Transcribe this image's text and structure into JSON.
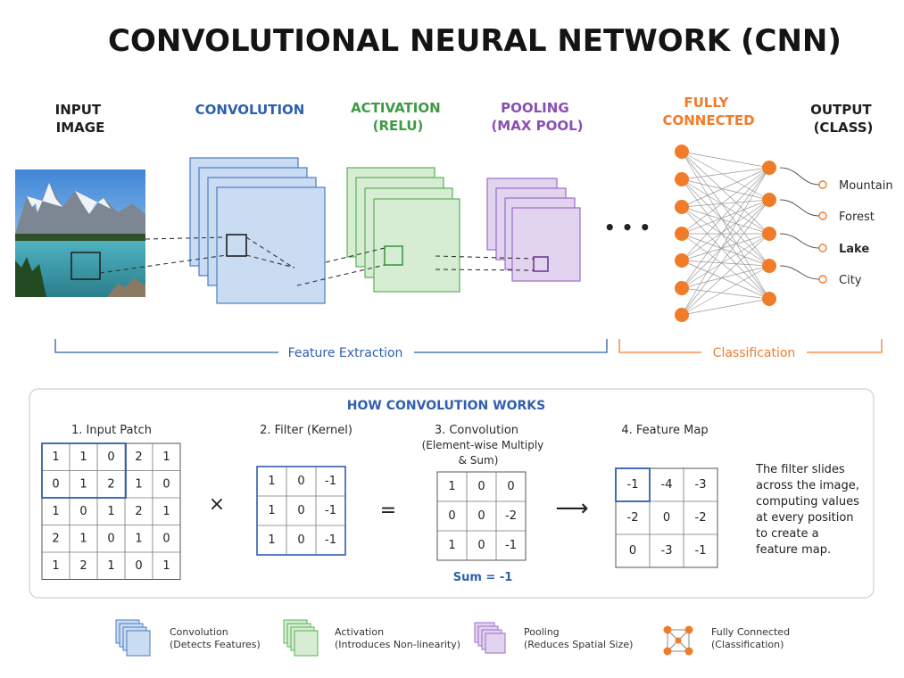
{
  "title": "CONVOLUTIONAL NEURAL NETWORK (CNN)",
  "stages": {
    "input": [
      "INPUT",
      "IMAGE"
    ],
    "convolution": [
      "CONVOLUTION"
    ],
    "activation": [
      "ACTIVATION",
      "(RELU)"
    ],
    "pooling": [
      "POOLING",
      "(MAX POOL)"
    ],
    "fully_connected": [
      "FULLY",
      "CONNECTED"
    ],
    "output": [
      "OUTPUT",
      "(CLASS)"
    ]
  },
  "ellipsis": "• • •",
  "output_classes": [
    "Mountain",
    "Forest",
    "Lake",
    "City"
  ],
  "highlighted_class": "Lake",
  "sections": {
    "feature_extraction": "Feature Extraction",
    "classification": "Classification"
  },
  "how_it_works": {
    "title": "HOW CONVOLUTION WORKS",
    "step1": "1. Input Patch",
    "step2": "2. Filter (Kernel)",
    "step3": [
      "3. Convolution",
      "(Element-wise Multiply",
      "& Sum)"
    ],
    "step4": "4. Feature Map",
    "input_patch": [
      [
        "1",
        "1",
        "0",
        "2",
        "1"
      ],
      [
        "0",
        "1",
        "2",
        "1",
        "0"
      ],
      [
        "1",
        "0",
        "1",
        "2",
        "1"
      ],
      [
        "2",
        "1",
        "0",
        "1",
        "0"
      ],
      [
        "1",
        "2",
        "1",
        "0",
        "1"
      ]
    ],
    "filter": [
      [
        "1",
        "0",
        "-1"
      ],
      [
        "1",
        "0",
        "-1"
      ],
      [
        "1",
        "0",
        "-1"
      ]
    ],
    "product": [
      [
        "1",
        "0",
        "0"
      ],
      [
        "0",
        "0",
        "-2"
      ],
      [
        "1",
        "0",
        "-1"
      ]
    ],
    "feature_map": [
      [
        "-1",
        "-4",
        "-3"
      ],
      [
        "-2",
        "0",
        "-2"
      ],
      [
        "0",
        "-3",
        "-1"
      ]
    ],
    "sum_label": "Sum = -1",
    "times": "×",
    "equals": "=",
    "arrow": "⟶",
    "description": [
      "The filter slides",
      "across the image,",
      "computing values",
      "at every position",
      "to create a",
      "feature map."
    ]
  },
  "legend": [
    {
      "title": "Convolution",
      "subtitle": "(Detects Features)",
      "icon": "convolution-stack-icon"
    },
    {
      "title": "Activation",
      "subtitle": "(Introduces Non-linearity)",
      "icon": "activation-stack-icon"
    },
    {
      "title": "Pooling",
      "subtitle": "(Reduces Spatial Size)",
      "icon": "pooling-stack-icon"
    },
    {
      "title": "Fully Connected",
      "subtitle": "(Classification)",
      "icon": "fully-connected-icon"
    }
  ],
  "colors": {
    "convolution": "#2f5fae",
    "activation": "#3f9a44",
    "pooling": "#8a4fb5",
    "fully_connected": "#f07c2a",
    "dark": "#1e1e1e"
  }
}
